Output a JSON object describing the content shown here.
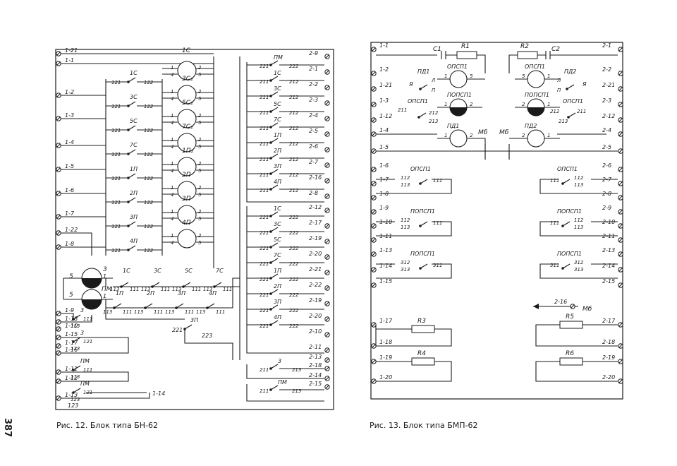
{
  "page_number": "387",
  "captions": {
    "fig12": "Рис. 12. Блок типа БН-62",
    "fig13": "Рис. 13. Блок типа БМП-62"
  },
  "fig12": {
    "left_terms": [
      "1-21",
      "1-1",
      "1-2",
      "1-3",
      "1-4",
      "1-5",
      "1-6",
      "1-7",
      "1-22",
      "1-8",
      "1-9",
      "1-18",
      "1-10",
      "1-15",
      "1-17",
      "1-16",
      "1-11",
      "1-12",
      "1-13"
    ],
    "bottom_labels": [
      "123",
      "1-14"
    ],
    "right_terms": [
      "2-9",
      "2-1",
      "2-2",
      "2-3",
      "2-4",
      "2-5",
      "2-6",
      "2-7",
      "2-16",
      "2-8",
      "2-12",
      "2-17",
      "2-19",
      "2-20",
      "2-21",
      "2-22",
      "2-19",
      "2-20",
      "2-10",
      "2-11",
      "2-13",
      "2-18",
      "2-14",
      "2-15"
    ],
    "relays": [
      {
        "name": "1С",
        "coil": "1С",
        "p1": "1",
        "p2": "2",
        "p4": "4",
        "p5": "5"
      },
      {
        "name": "3С",
        "coil": "3С₂",
        "p1": "1",
        "p2": "2",
        "p4": "4",
        "p5": "5"
      },
      {
        "name": "5С",
        "coil": "5С₂",
        "p1": "1",
        "p2": "2",
        "p4": "4",
        "p5": "5"
      },
      {
        "name": "7С",
        "coil": "7С₂",
        "p1": "1",
        "p2": "2",
        "p4": "4",
        "p5": "5"
      },
      {
        "name": "1П",
        "coil": "1П₂",
        "p1": "1",
        "p2": "2",
        "p4": "4",
        "p5": "5"
      },
      {
        "name": "2П",
        "coil": "2П",
        "p1": "1",
        "p2": "2",
        "p4": "4",
        "p5": "5"
      },
      {
        "name": "3П",
        "coil": "3П",
        "p1": "1",
        "p2": "2",
        "p4": "4",
        "p5": "5"
      },
      {
        "name": "4П",
        "coil": "4П",
        "p1": "1",
        "p2": "2",
        "p4": "4",
        "p5": "5"
      }
    ],
    "contact_121": "121",
    "contact_122": "122",
    "lamp_3": "3",
    "lamp_pm": "ПМ",
    "lamp_5": "5",
    "lamp_1": "1",
    "chain_labels": [
      "1С",
      "3С",
      "5С",
      "7С",
      "1П",
      "2П",
      "3П",
      "4П",
      "3П"
    ],
    "chain_nums": [
      "113",
      "111",
      "113",
      "111",
      "113",
      "111",
      "113",
      "111",
      "113",
      "111",
      "113",
      "111",
      "113",
      "111",
      "113",
      "111"
    ],
    "nums_221": "221",
    "nums_223": "223",
    "bottom_rel": [
      {
        "name": "3",
        "a": "111",
        "b": "113"
      },
      {
        "name": "3",
        "a": "121",
        "b": "123"
      },
      {
        "name": "ПМ",
        "a": "111",
        "b": "113"
      },
      {
        "name": "ПМ",
        "a": "121",
        "b": "123"
      }
    ],
    "right_rel_top": [
      {
        "name": "ПМ",
        "a": "221",
        "b": "222"
      },
      {
        "name": "1С",
        "a": "211",
        "b": "212"
      },
      {
        "name": "3С",
        "a": "211",
        "b": "212"
      },
      {
        "name": "5С",
        "a": "211",
        "b": "212"
      },
      {
        "name": "7С",
        "a": "211",
        "b": "212"
      },
      {
        "name": "1П",
        "a": "211",
        "b": "212"
      },
      {
        "name": "2П",
        "a": "211",
        "b": "212"
      },
      {
        "name": "3П",
        "a": "211",
        "b": "212"
      },
      {
        "name": "4П",
        "a": "211",
        "b": "212"
      }
    ],
    "right_rel_bot": [
      {
        "name": "1С",
        "a": "221",
        "b": "222"
      },
      {
        "name": "3С",
        "a": "221",
        "b": "222"
      },
      {
        "name": "5С",
        "a": "221",
        "b": "222"
      },
      {
        "name": "7С",
        "a": "221",
        "b": "222"
      },
      {
        "name": "1П",
        "a": "221",
        "b": "222"
      },
      {
        "name": "2П",
        "a": "221",
        "b": "222"
      },
      {
        "name": "3П",
        "a": "221",
        "b": "222"
      },
      {
        "name": "4П",
        "a": "221",
        "b": "222"
      }
    ],
    "rel3": {
      "name": "3",
      "a": "211",
      "b": "213"
    },
    "relpm": {
      "name": "ПМ",
      "a": "211",
      "b": "213"
    }
  },
  "fig13": {
    "left_terms": [
      "1-1",
      "1-2",
      "1-21",
      "1-3",
      "1-12",
      "1-4",
      "1-5",
      "1-6",
      "1-7",
      "1-8",
      "1-9",
      "1-10",
      "1-11",
      "1-13",
      "1-14",
      "1-15",
      "1-17",
      "1-18",
      "1-19",
      "1-20"
    ],
    "right_terms": [
      "2-1",
      "2-2",
      "2-21",
      "2-3",
      "2-12",
      "2-4",
      "2-5",
      "2-6",
      "2-7",
      "2-8",
      "2-9",
      "2-10",
      "2-11",
      "2-13",
      "2-14",
      "2-15",
      "2-17",
      "2-18",
      "2-19",
      "2-20"
    ],
    "c1": "C1",
    "r1": "R1",
    "c2": "C2",
    "r2": "R2",
    "pd1": "ПД1",
    "pd2": "ПД2",
    "opsp1": "ОПСП1",
    "popsp1": "ПОПСП1",
    "ya": "Я",
    "l": "Л",
    "p": "П",
    "mb": "Мб",
    "n": {
      "1": "1",
      "2": "2",
      "5": "5",
      "111": "111",
      "112": "112",
      "113": "113",
      "211": "211",
      "212": "212",
      "213": "213",
      "311": "311",
      "312": "312",
      "313": "313"
    },
    "r3": "R3",
    "r4": "R4",
    "r5": "R5",
    "r6": "R6",
    "t216": "2-16"
  }
}
